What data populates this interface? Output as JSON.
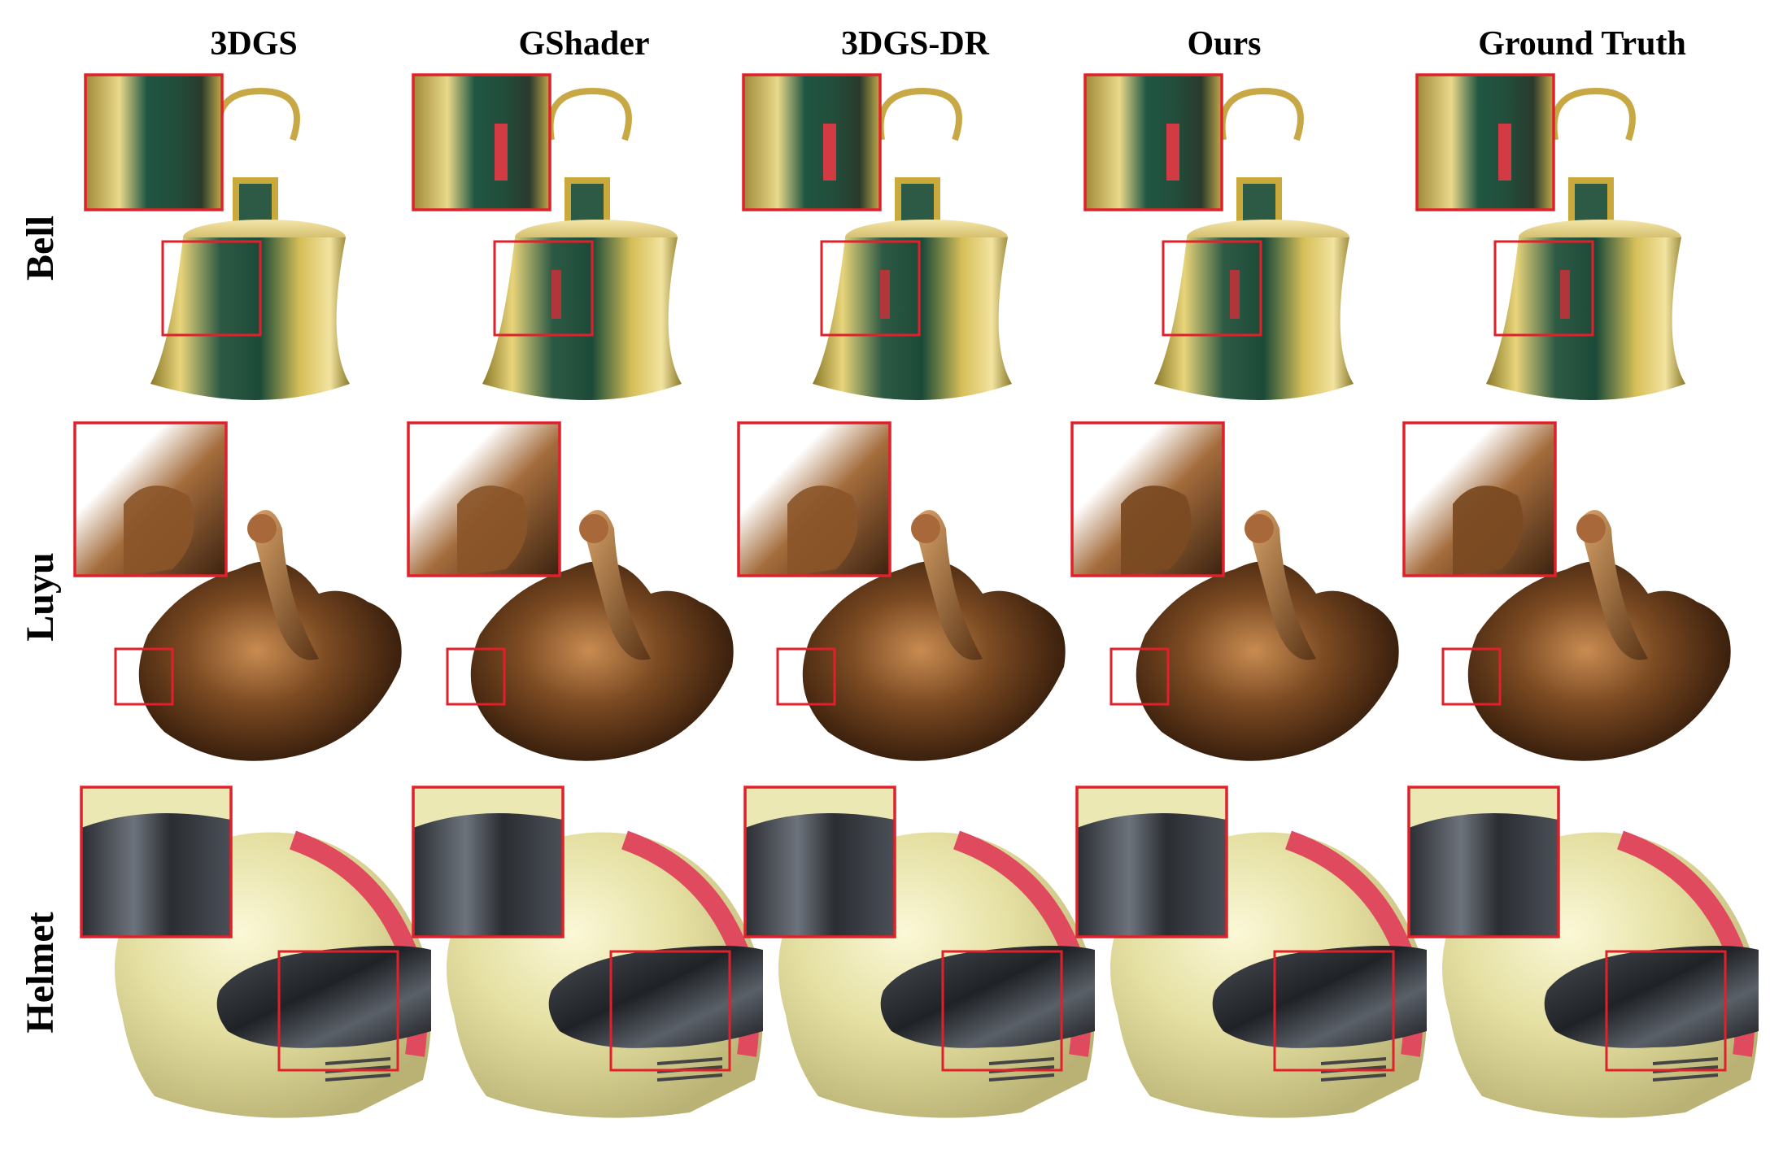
{
  "columns": [
    "3DGS",
    "GShader",
    "3DGS-DR",
    "Ours",
    "Ground Truth"
  ],
  "rows": [
    "Bell",
    "Luyu",
    "Helmet"
  ],
  "colors": {
    "highlight_box": "#e0202a",
    "bell_gold": "#c9a93c",
    "bell_teal": "#1f4f3c",
    "luyu_bronze": "#7a4a24",
    "helmet_cream": "#e6e2a4",
    "helmet_red_stripe": "#e04a5e",
    "helmet_visor": "#2a2d31"
  }
}
